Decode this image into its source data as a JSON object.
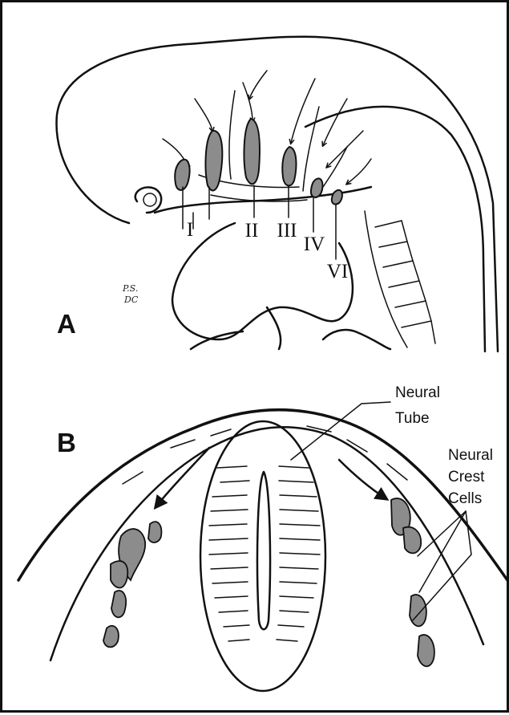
{
  "panel_a": {
    "label": "A",
    "initials_line1": "P.S.",
    "initials_line2": "DC",
    "arch_labels": [
      "I",
      "II",
      "III",
      "IV",
      "VI"
    ]
  },
  "panel_b": {
    "label": "B",
    "neural_tube_line1": "Neural",
    "neural_tube_line2": "Tube",
    "neural_crest_line1": "Neural",
    "neural_crest_line2": "Crest",
    "neural_crest_line3": "Cells"
  },
  "colors": {
    "ink": "#111111",
    "shading": "#8c8c8c",
    "background": "#ffffff"
  }
}
